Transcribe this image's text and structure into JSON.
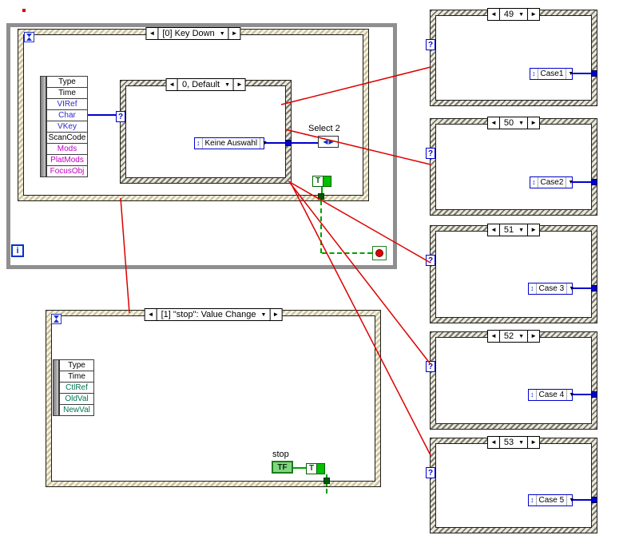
{
  "glyphs": {
    "left_arrow": "◄",
    "right_arrow": "►",
    "dropdown": "▼",
    "enum_updown": "↕",
    "question": "?",
    "sel_left": "◀",
    "sel_right": "▶"
  },
  "while_loop": {
    "iteration_label": "i"
  },
  "event_key_down": {
    "selector": "[0] Key Down",
    "fields": [
      {
        "label": "Type",
        "color": "#000000"
      },
      {
        "label": "Time",
        "color": "#000000"
      },
      {
        "label": "VIRef",
        "color": "#2a2ad0"
      },
      {
        "label": "Char",
        "color": "#2a2ad0"
      },
      {
        "label": "VKey",
        "color": "#2a2ad0"
      },
      {
        "label": "ScanCode",
        "color": "#000000"
      },
      {
        "label": "Mods",
        "color": "#c000c0"
      },
      {
        "label": "PlatMods",
        "color": "#c000c0"
      },
      {
        "label": "FocusObj",
        "color": "#c000c0"
      }
    ],
    "case_selector": "0, Default",
    "enum_value": "Keine Auswahl",
    "select_label": "Select 2",
    "bool_true": "T"
  },
  "event_value_change": {
    "selector": "[1] \"stop\": Value Change",
    "fields": [
      {
        "label": "Type",
        "color": "#000000"
      },
      {
        "label": "Time",
        "color": "#000000"
      },
      {
        "label": "CtlRef",
        "color": "#007755"
      },
      {
        "label": "OldVal",
        "color": "#007755"
      },
      {
        "label": "NewVal",
        "color": "#007755"
      }
    ],
    "stop_label": "stop",
    "stop_terminal": "TF",
    "bool_true": "T"
  },
  "cases": [
    {
      "selector": "49",
      "value": "Case1"
    },
    {
      "selector": "50",
      "value": "Case2"
    },
    {
      "selector": "51",
      "value": "Case 3"
    },
    {
      "selector": "52",
      "value": "Case 4"
    },
    {
      "selector": "53",
      "value": "Case 5"
    }
  ],
  "colors": {
    "wire_blue": "#0000cc",
    "wire_red": "#dd0000",
    "wire_green": "#00a000",
    "selected_border_gray": "#8f8f8f"
  }
}
